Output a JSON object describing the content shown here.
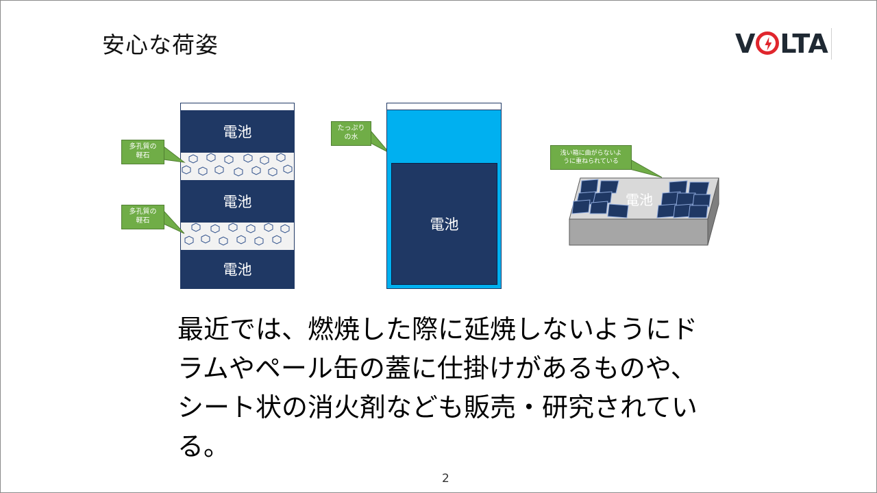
{
  "slide": {
    "title": "安心な荷姿",
    "logo_text": "VOLTA",
    "page_number": "2",
    "body_text": "最近では、燃焼した際に延焼しないようにドラムやペール缶の蓋に仕掛けがあるものや、シート状の消火剤なども販売・研究されている。"
  },
  "diagram1": {
    "battery_label": "電池",
    "callout_1": [
      "多孔質の",
      "軽石"
    ],
    "callout_2": [
      "多孔質の",
      "軽石"
    ]
  },
  "diagram2": {
    "battery_label": "電池",
    "callout": [
      "たっぷり",
      "の水"
    ]
  },
  "diagram3": {
    "battery_label": "電池",
    "callout": [
      "浅い箱に曲がらないよ",
      "うに重ねられている"
    ]
  },
  "colors": {
    "battery": "#1f3864",
    "water": "#00b0f0",
    "callout": "#70ad47",
    "tray": "#a6a6a6",
    "logo_accent": "#e0262d"
  }
}
